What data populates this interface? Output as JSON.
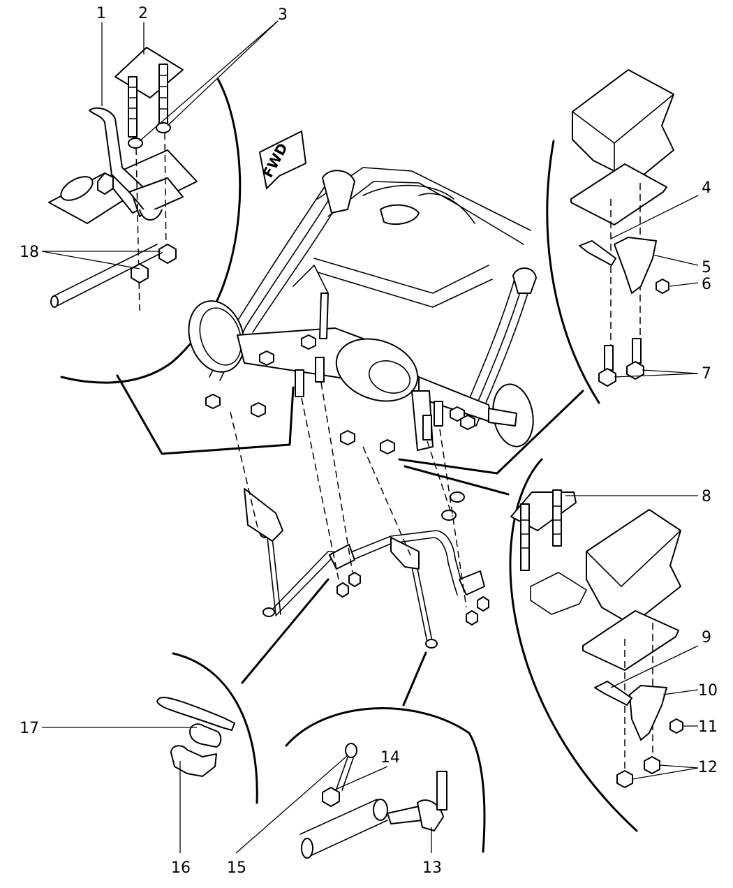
{
  "fwd_label": "FWD",
  "callouts": {
    "c1": "1",
    "c2": "2",
    "c3": "3",
    "c4": "4",
    "c5": "5",
    "c6": "6",
    "c7": "7",
    "c8": "8",
    "c9": "9",
    "c10": "10",
    "c11": "11",
    "c12": "12",
    "c13": "13",
    "c14": "14",
    "c15": "15",
    "c16": "16",
    "c17": "17",
    "c18": "18"
  }
}
